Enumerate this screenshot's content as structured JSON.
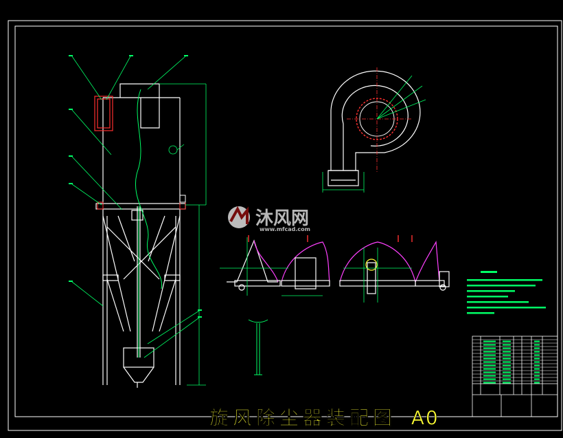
{
  "drawing": {
    "title_cn": "旋风除尘器装配图",
    "title_size": "A0"
  },
  "watermark": {
    "brand_cn": "沐风网",
    "url": "www.mfcad.com"
  },
  "colors": {
    "background": "#000000",
    "frame": "#ffffff",
    "line_white": "#ffffff",
    "line_green": "#00ff66",
    "line_red": "#ff3030",
    "line_magenta": "#ff40ff",
    "line_cyan": "#00e5ff",
    "line_yellow": "#ffe14d",
    "caption": "#ffff33"
  }
}
